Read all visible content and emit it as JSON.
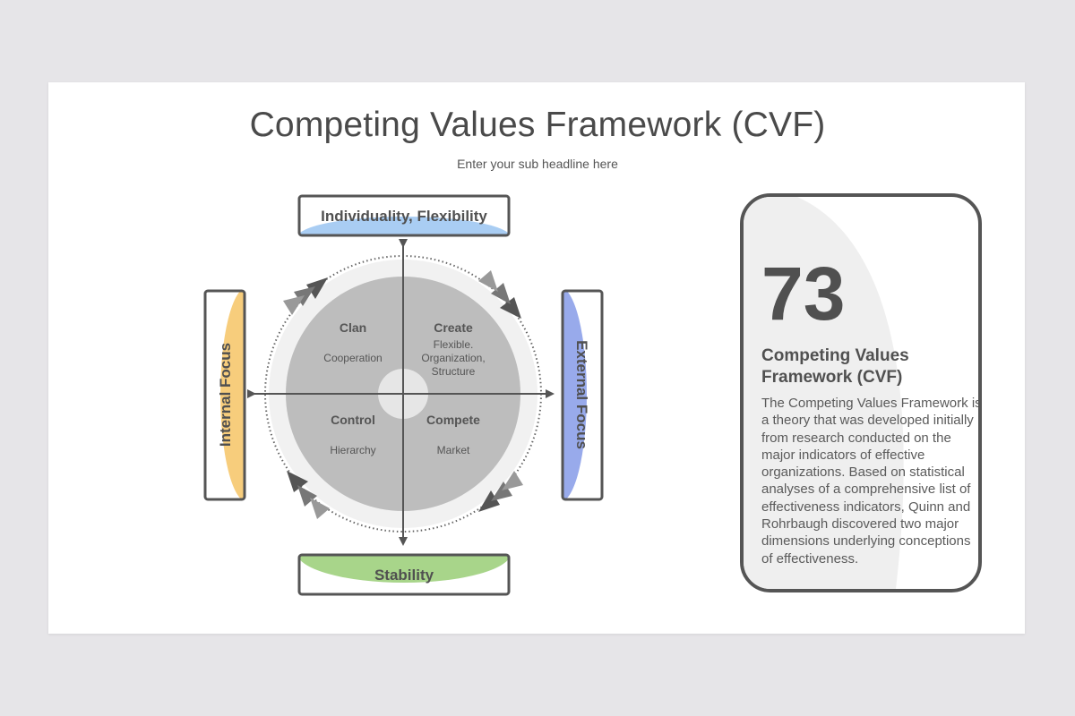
{
  "title": "Competing Values Framework (CVF)",
  "subtitle": "Enter your sub headline here",
  "axes": {
    "top": "Individuality, Flexibility",
    "bottom": "Stability",
    "left": "Internal Focus",
    "right": "External Focus"
  },
  "quadrants": [
    {
      "title": "Clan",
      "desc": [
        "Cooperation"
      ]
    },
    {
      "title": "Create",
      "desc": [
        "Flexible.",
        "Organization,",
        "Structure"
      ]
    },
    {
      "title": "Control",
      "desc": [
        "Hierarchy"
      ]
    },
    {
      "title": "Compete",
      "desc": [
        "Market"
      ]
    }
  ],
  "card": {
    "number": "73",
    "title": "Competing Values Framework (CVF)",
    "body": "The Competing Values Framework is a theory that was developed initially from research conducted on the major indicators of effective organizations. Based on statistical analyses of a comprehensive list of effectiveness indicators, Quinn and Rohrbaugh discovered two major dimensions underlying conceptions of effectiveness."
  },
  "colors": {
    "top_accent": "#a9cdf3",
    "bottom_accent": "#a8d58a",
    "left_accent": "#f7cd7c",
    "right_accent": "#98aaeb",
    "circle": "#bdbdbd",
    "outline": "#555555"
  }
}
